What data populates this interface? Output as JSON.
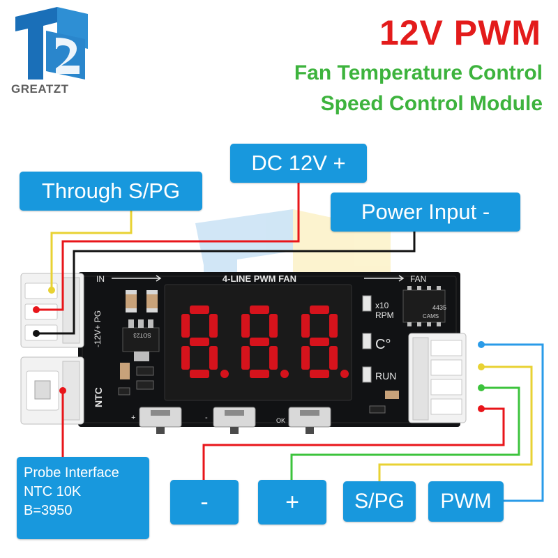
{
  "brand": {
    "name": "GREATZT"
  },
  "title": {
    "main": "12V PWM",
    "line1": "Fan Temperature Control",
    "line2": "Speed Control Module"
  },
  "labels": {
    "dc": "DC 12V +",
    "through": "Through S/PG",
    "power_input": "Power Input -",
    "probe_line1": "Probe Interface",
    "probe_line2": "NTC 10K",
    "probe_line3": "B=3950",
    "minus": "-",
    "plus": "+",
    "spg": "S/PG",
    "pwm": "PWM"
  },
  "board": {
    "header_text": "4-LINE PWM FAN",
    "in_label": "IN",
    "fan_label": "FAN",
    "pin_labels": "-12V+ PG",
    "ntc_label": "NTC",
    "x10_label": "x10",
    "rpm_label": "RPM",
    "celsius_label": "C°",
    "run_label": "RUN",
    "chip_text1": "4435",
    "chip_text2": "CAMS",
    "reg_text": "SOT23",
    "btn_plus": "+",
    "btn_minus": "-",
    "btn_ok": "OK",
    "display_digits": "8.8.8."
  },
  "colors": {
    "label_bg": "#1898dd",
    "title_red": "#e31b1b",
    "subtitle_green": "#3db33d",
    "wire_red": "#e8151a",
    "wire_yellow": "#e8d233",
    "wire_black": "#111111",
    "wire_blue": "#2a9be8",
    "wire_green": "#3cc33c",
    "led_red": "#d6131c"
  }
}
